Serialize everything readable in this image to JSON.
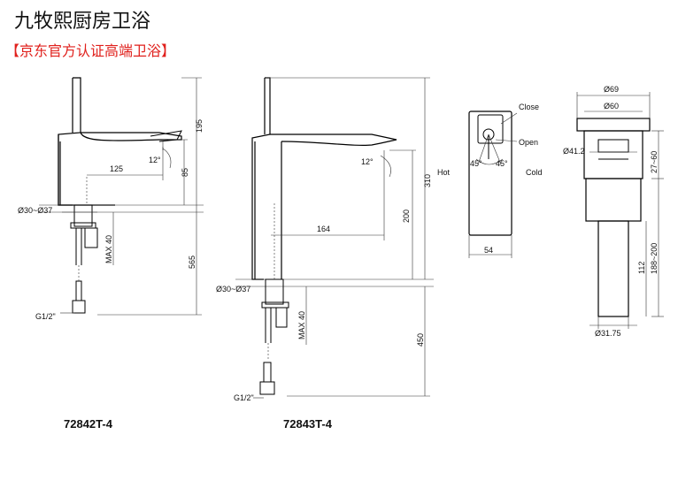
{
  "header": {
    "title": "九牧熙厨房卫浴",
    "subtitle": "【京东官方认证高端卫浴】"
  },
  "faucet_short": {
    "model": "72842T-4",
    "dim_height_spout": "195",
    "dim_angle": "12°",
    "dim_reach": "125",
    "dim_spout_drop": "85",
    "dim_hole": "Ø30~Ø37",
    "dim_max_deck": "MAX 40",
    "dim_total": "565",
    "dim_thread": "G1/2\""
  },
  "faucet_tall": {
    "model": "72843T-4",
    "dim_angle": "12°",
    "dim_height_spout": "310",
    "dim_spout_base": "200",
    "dim_reach": "164",
    "dim_hole": "Ø30~Ø37",
    "dim_max_deck": "MAX 40",
    "dim_hose": "450",
    "dim_thread": "G1/2\""
  },
  "handle_top_view": {
    "label_close": "Close",
    "label_open": "Open",
    "label_hot": "Hot",
    "label_cold": "Cold",
    "angle_left": "45°",
    "angle_right": "45°",
    "dim_width": "54"
  },
  "drain": {
    "dim_cap_outer": "Ø69",
    "dim_cap_inner": "Ø60",
    "dim_body": "Ø41.2",
    "dim_range_small": "27~60",
    "dim_range_total": "188~200",
    "dim_length": "112",
    "dim_pipe": "Ø31.75"
  }
}
